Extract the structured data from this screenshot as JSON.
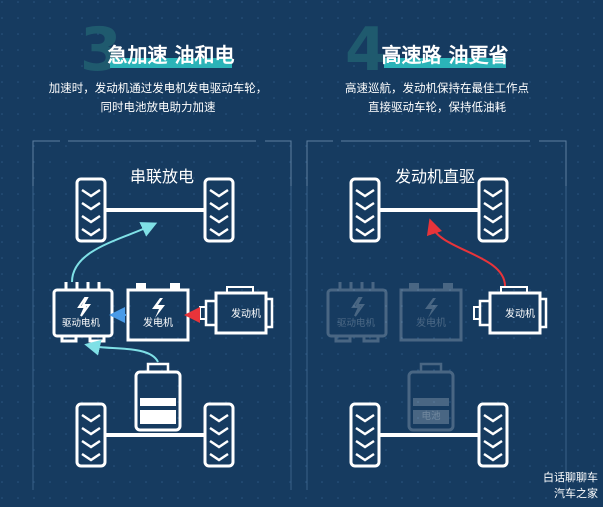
{
  "sections": [
    {
      "number": "3",
      "title": "急加速 油和电",
      "desc_line1": "加速时，发动机通过发电机发电驱动车轮，",
      "desc_line2": "同时电池放电助力加速",
      "mode": "串联放电",
      "labels": {
        "motor": "驱动电机",
        "generator": "发电机",
        "engine": "发动机",
        "battery": "电池"
      }
    },
    {
      "number": "4",
      "title": "高速路 油更省",
      "desc_line1": "高速巡航，发动机保持在最佳工作点",
      "desc_line2": "直接驱动车轮，保持低油耗",
      "mode": "发动机直驱",
      "labels": {
        "motor": "驱动电机",
        "generator": "发电机",
        "engine": "发动机",
        "battery": "电池"
      }
    }
  ],
  "watermark": {
    "line1": "白话聊聊车",
    "line2": "汽车之家"
  },
  "colors": {
    "bg": "#163b60",
    "accent": "#2bb3b8",
    "cyan_arrow": "#7fe0e6",
    "blue_arrow": "#4a9be8",
    "red_arrow": "#e8343a"
  }
}
